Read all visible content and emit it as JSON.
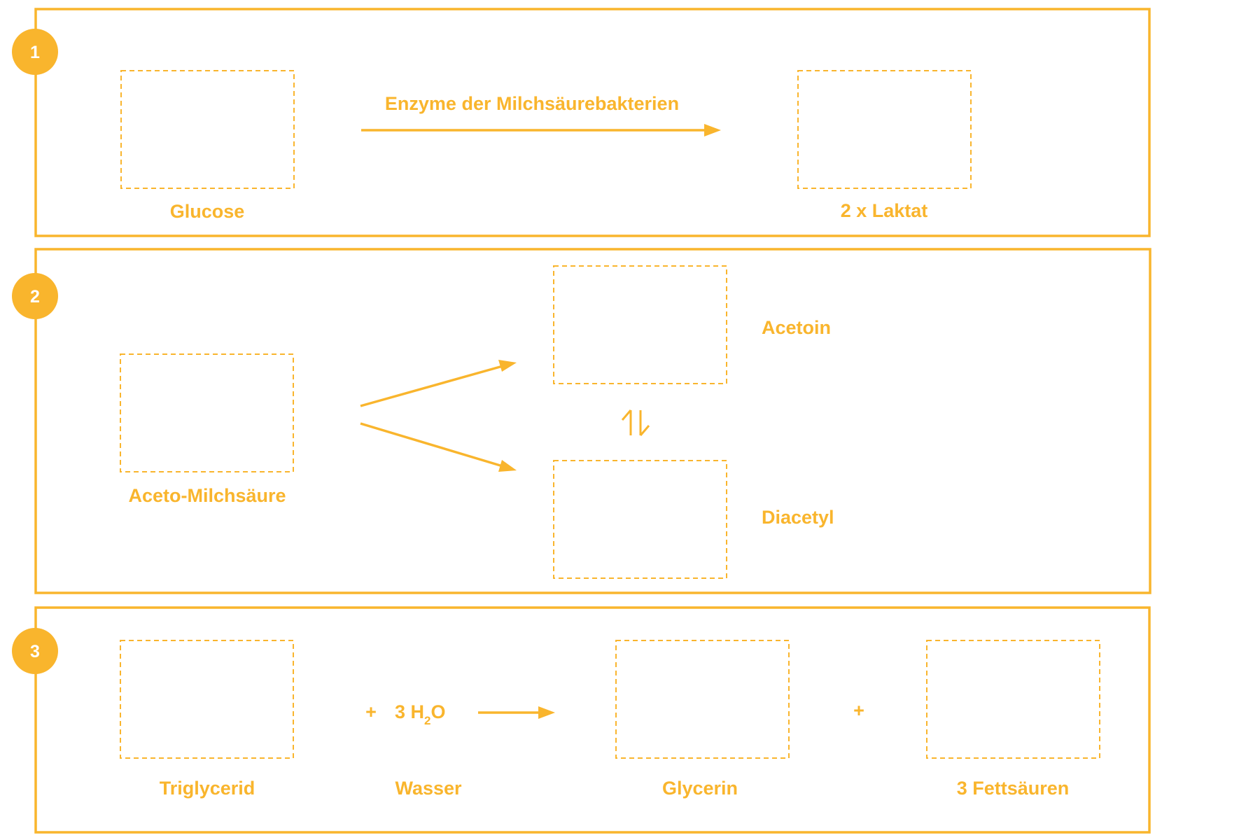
{
  "colors": {
    "accent": "#F9B52D",
    "background": "#ffffff",
    "badge_text": "#ffffff"
  },
  "panels": [
    {
      "number": "1",
      "labels": {
        "glucose": "Glucose",
        "enzyme": "Enzyme der Milchsäurebakterien",
        "product": "2 x Laktat"
      }
    },
    {
      "number": "2",
      "labels": {
        "reactant": "Aceto-Milchsäure",
        "acetoin": "Acetoin",
        "diacetyl": "Diacetyl",
        "equilibrium_symbol": "⇌"
      }
    },
    {
      "number": "3",
      "labels": {
        "triglycerid": "Triglycerid",
        "plus_1": "+",
        "water_formula_prefix": "3 H",
        "water_formula_sub": "2",
        "water_formula_suffix": "O",
        "water": "Wasser",
        "glycerin": "Glycerin",
        "plus_2": "+",
        "fatty_acids": "3 Fettsäuren"
      }
    }
  ]
}
